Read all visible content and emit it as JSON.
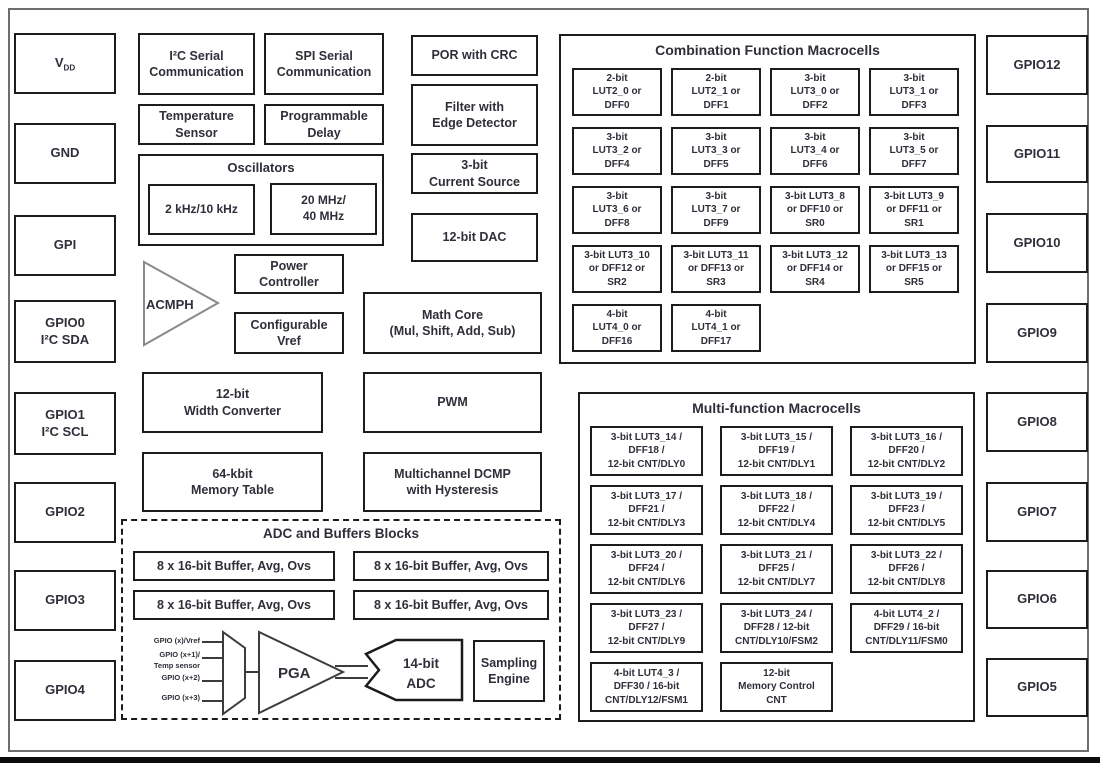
{
  "colors": {
    "text": "#2f2f3a",
    "box_border": "#1c1c1c",
    "outer_border": "#6e6e6e",
    "triangle_stroke": "#8a8a8a"
  },
  "pins": {
    "vdd": {
      "main": "V",
      "sub": "DD"
    },
    "left": [
      "GND",
      "GPI",
      "GPIO0\nI²C SDA",
      "GPIO1\nI²C SCL",
      "GPIO2",
      "GPIO3",
      "GPIO4"
    ],
    "right": [
      "GPIO12",
      "GPIO11",
      "GPIO10",
      "GPIO9",
      "GPIO8",
      "GPIO7",
      "GPIO6",
      "GPIO5"
    ]
  },
  "blocks": {
    "i2c": "I²C Serial\nCommunication",
    "spi": "SPI Serial\nCommunication",
    "por": "POR with CRC",
    "temp_sensor": "Temperature\nSensor",
    "prog_delay": "Programmable\nDelay",
    "filter": "Filter with\nEdge Detector",
    "current_source": "3-bit\nCurrent Source",
    "dac": "12-bit DAC",
    "acmph": "ACMPH",
    "power_controller": "Power\nController",
    "config_vref": "Configurable\nVref",
    "math_core": "Math Core\n(Mul, Shift, Add, Sub)",
    "width_converter": "12-bit\nWidth Converter",
    "pwm": "PWM",
    "memory_table": "64-kbit\nMemory Table",
    "dcmp": "Multichannel DCMP\nwith Hysteresis"
  },
  "oscillators": {
    "title": "Oscillators",
    "low": "2 kHz/10 kHz",
    "high": "20 MHz/\n40 MHz"
  },
  "adc_section": {
    "title": "ADC and Buffers Blocks",
    "buffers": [
      "8 x 16-bit Buffer, Avg, Ovs",
      "8 x 16-bit Buffer, Avg, Ovs",
      "8 x 16-bit Buffer, Avg, Ovs",
      "8 x 16-bit Buffer, Avg, Ovs"
    ],
    "inputs": [
      "GPIO (x)/Vref",
      "GPIO (x+1)/",
      "Temp sensor",
      "GPIO (x+2)",
      "GPIO (x+3)"
    ],
    "pga": "PGA",
    "adc_line1": "14-bit",
    "adc_line2": "ADC",
    "sampling_engine": "Sampling\nEngine"
  },
  "combination": {
    "title": "Combination Function Macrocells",
    "cells": [
      "2-bit\nLUT2_0 or\nDFF0",
      "2-bit\nLUT2_1 or\nDFF1",
      "3-bit\nLUT3_0 or\nDFF2",
      "3-bit\nLUT3_1 or\nDFF3",
      "3-bit\nLUT3_2 or\nDFF4",
      "3-bit\nLUT3_3 or\nDFF5",
      "3-bit\nLUT3_4 or\nDFF6",
      "3-bit\nLUT3_5 or\nDFF7",
      "3-bit\nLUT3_6 or\nDFF8",
      "3-bit\nLUT3_7 or\nDFF9",
      "3-bit LUT3_8\nor DFF10 or\nSR0",
      "3-bit LUT3_9\nor DFF11 or\nSR1",
      "3-bit LUT3_10\nor DFF12 or\nSR2",
      "3-bit LUT3_11\nor DFF13 or\nSR3",
      "3-bit LUT3_12\nor DFF14 or\nSR4",
      "3-bit LUT3_13\nor DFF15 or\nSR5",
      "4-bit\nLUT4_0 or\nDFF16",
      "4-bit\nLUT4_1 or\nDFF17"
    ]
  },
  "multifunction": {
    "title": "Multi-function Macrocells",
    "cells": [
      "3-bit LUT3_14 /\nDFF18 /\n12-bit CNT/DLY0",
      "3-bit LUT3_15 /\nDFF19 /\n12-bit CNT/DLY1",
      "3-bit LUT3_16 /\nDFF20 /\n12-bit CNT/DLY2",
      "3-bit LUT3_17 /\nDFF21 /\n12-bit CNT/DLY3",
      "3-bit LUT3_18 /\nDFF22 /\n12-bit CNT/DLY4",
      "3-bit LUT3_19 /\nDFF23 /\n12-bit CNT/DLY5",
      "3-bit LUT3_20 /\nDFF24 /\n12-bit CNT/DLY6",
      "3-bit LUT3_21 /\nDFF25 /\n12-bit CNT/DLY7",
      "3-bit LUT3_22 /\nDFF26 /\n12-bit CNT/DLY8",
      "3-bit LUT3_23 /\nDFF27 /\n12-bit CNT/DLY9",
      "3-bit LUT3_24 /\nDFF28 / 12-bit\nCNT/DLY10/FSM2",
      "4-bit LUT4_2 /\nDFF29 / 16-bit\nCNT/DLY11/FSM0",
      "4-bit LUT4_3 /\nDFF30 / 16-bit\nCNT/DLY12/FSM1",
      "12-bit\nMemory Control\nCNT"
    ]
  }
}
